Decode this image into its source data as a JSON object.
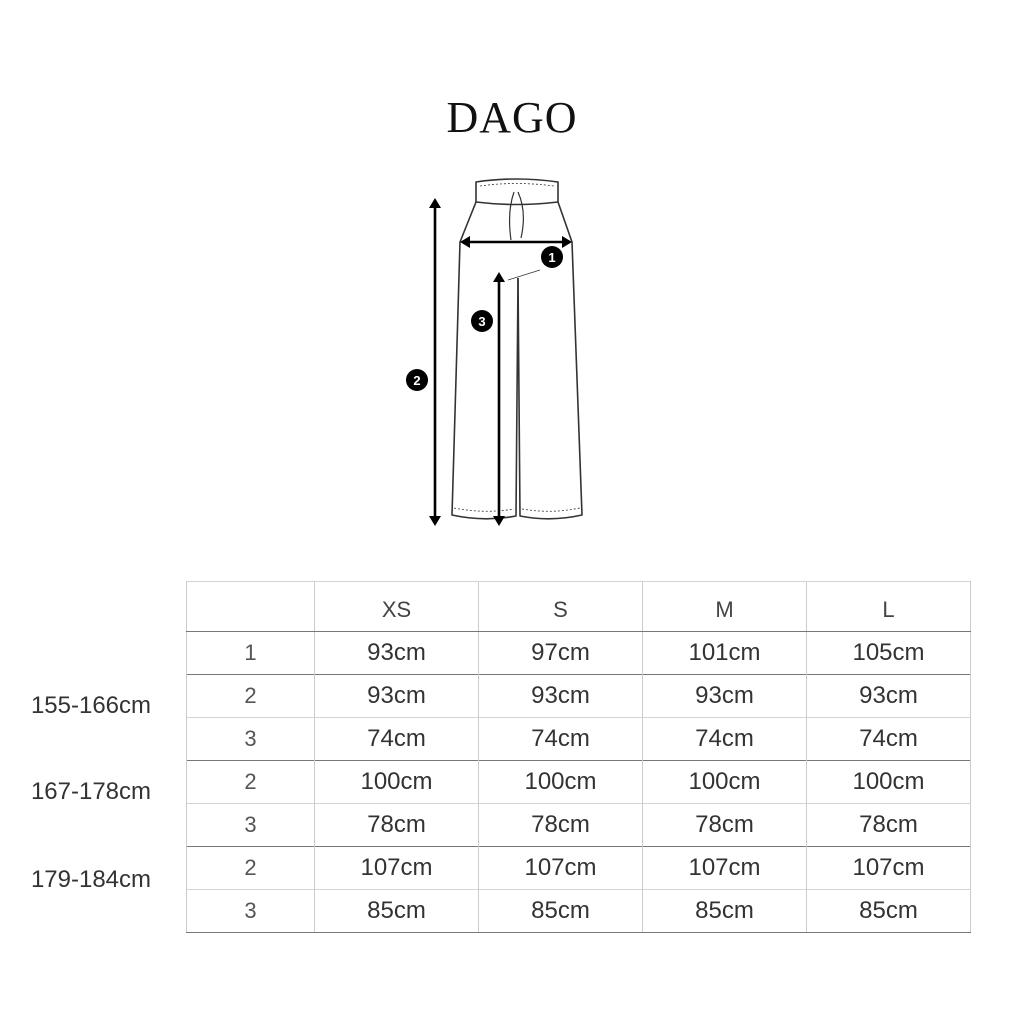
{
  "title": "DAGO",
  "diagram": {
    "markers": [
      "1",
      "2",
      "3"
    ],
    "icon": "wide-leg-pants-outline"
  },
  "table": {
    "sizes": [
      "XS",
      "S",
      "M",
      "L"
    ],
    "waist_row": {
      "measure": "1",
      "values": [
        "93cm",
        "97cm",
        "101cm",
        "105cm"
      ]
    },
    "groups": [
      {
        "height": "155-166cm",
        "rows": [
          {
            "measure": "2",
            "values": [
              "93cm",
              "93cm",
              "93cm",
              "93cm"
            ]
          },
          {
            "measure": "3",
            "values": [
              "74cm",
              "74cm",
              "74cm",
              "74cm"
            ]
          }
        ]
      },
      {
        "height": "167-178cm",
        "rows": [
          {
            "measure": "2",
            "values": [
              "100cm",
              "100cm",
              "100cm",
              "100cm"
            ]
          },
          {
            "measure": "3",
            "values": [
              "78cm",
              "78cm",
              "78cm",
              "78cm"
            ]
          }
        ]
      },
      {
        "height": "179-184cm",
        "rows": [
          {
            "measure": "2",
            "values": [
              "107cm",
              "107cm",
              "107cm",
              "107cm"
            ]
          },
          {
            "measure": "3",
            "values": [
              "85cm",
              "85cm",
              "85cm",
              "85cm"
            ]
          }
        ]
      }
    ]
  }
}
